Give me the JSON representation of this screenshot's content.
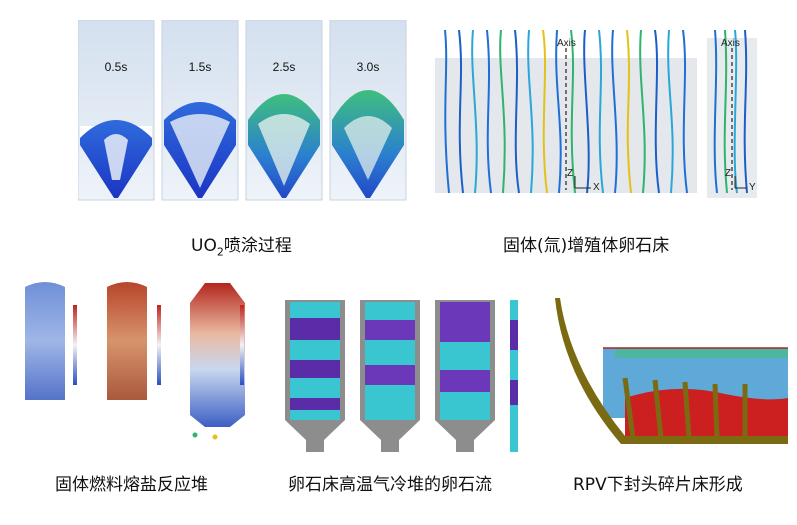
{
  "panels": {
    "uo2": {
      "caption_prefix": "UO",
      "caption_sub": "2",
      "caption_suffix": "喷涂过程",
      "time_labels": [
        "0.5s",
        "1.5s",
        "2.5s",
        "3.0s"
      ]
    },
    "breeding": {
      "caption": "固体(氚)增殖体卵石床",
      "axis_top_left": "Axis",
      "axis_top_right": "Axis",
      "coord_z_left": "Z",
      "coord_x_left": "X",
      "coord_z_right": "Z",
      "coord_y_right": "Y"
    },
    "molten_salt": {
      "caption": "固体燃料熔盐反应堆"
    },
    "pebble": {
      "caption": "卵石床高温气冷堆的卵石流"
    },
    "rpv": {
      "caption": "RPV下封头碎片床形成"
    }
  },
  "colors": {
    "sky": "#dde7f3",
    "particle_blue": "#2b4fd6",
    "particle_green": "#2da96a",
    "rpv_wall": "#7a6b12",
    "fuel_red": "#cc1f1f",
    "pebble_purple": "#5a2ca8",
    "pebble_cyan": "#3ad0d6"
  }
}
